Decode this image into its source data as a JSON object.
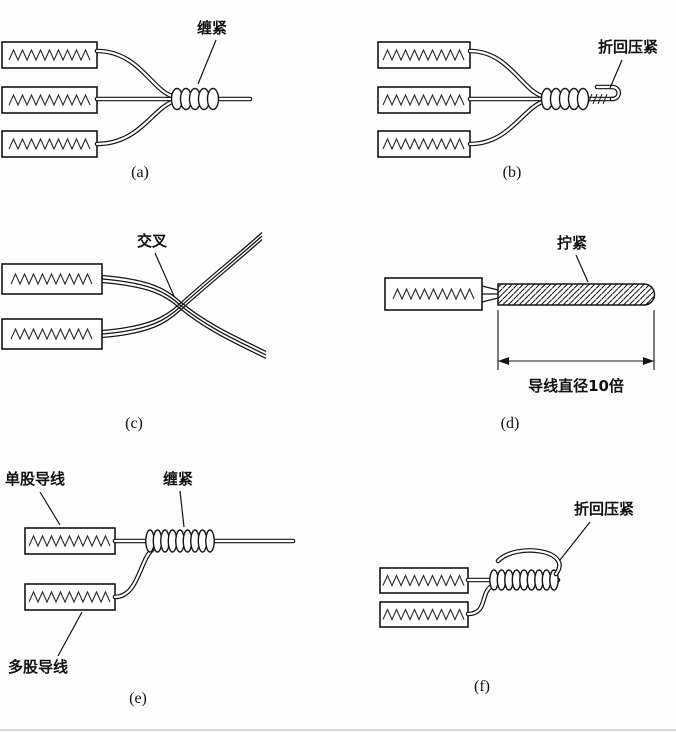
{
  "figure": {
    "background": "#fdfdfd",
    "ink": "#111111"
  },
  "panels": {
    "a": {
      "caption": "(a)",
      "labels": {
        "wrap": "缠紧"
      }
    },
    "b": {
      "caption": "(b)",
      "labels": {
        "fold": "折回压紧"
      }
    },
    "c": {
      "caption": "(c)",
      "labels": {
        "cross": "交叉"
      }
    },
    "d": {
      "caption": "(d)",
      "labels": {
        "twist": "拧紧",
        "dimension": "导线直径10倍"
      }
    },
    "e": {
      "caption": "(e)",
      "labels": {
        "single": "单股导线",
        "wrap": "缠紧",
        "multi": "多股导线"
      }
    },
    "f": {
      "caption": "(f)",
      "labels": {
        "fold": "折回压紧"
      }
    }
  }
}
